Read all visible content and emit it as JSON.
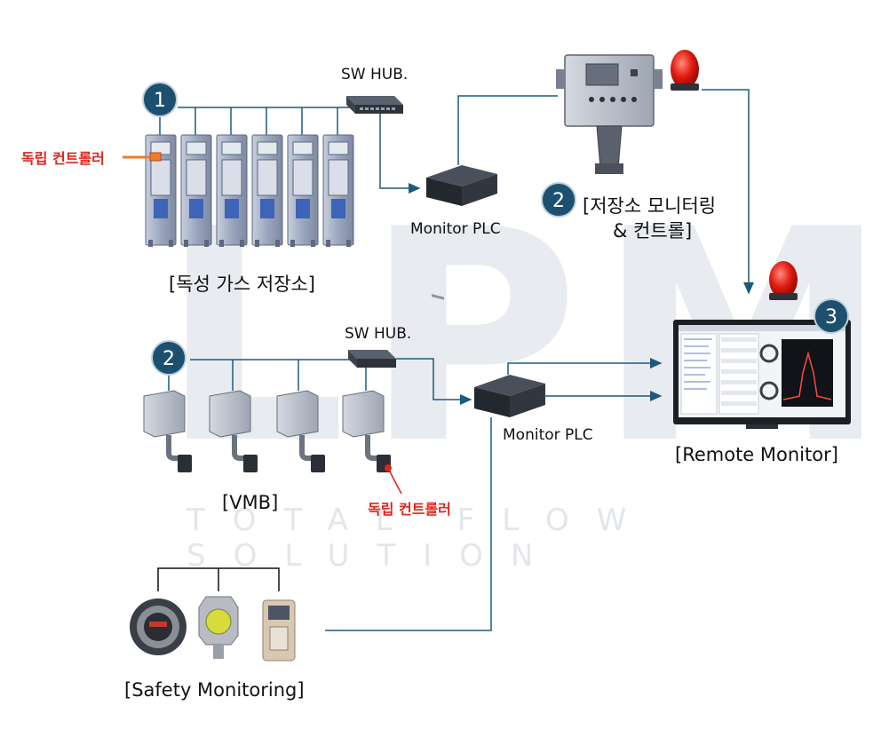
{
  "watermark": {
    "logo": "LPM",
    "slogan": "TOTAL FLOW SOLUTION"
  },
  "badges": {
    "b1": "1",
    "b2_top": "2",
    "b2_vmb": "2",
    "b3": "3"
  },
  "labels": {
    "sw_hub_top": "SW HUB.",
    "sw_hub_mid": "SW HUB.",
    "monitor_plc_top": "Monitor PLC",
    "monitor_plc_mid": "Monitor PLC",
    "storage_caption": "[독성 가스 저장소]",
    "independent_controller_top": "독립 컨트롤러",
    "independent_controller_vmb": "독립 컨트롤러",
    "storage_monitoring_line1": "[저장소 모니터링",
    "storage_monitoring_line2": "& 컨트롤]",
    "remote_monitor": "[Remote Monitor]",
    "vmb": "[VMB]",
    "safety_monitoring": "[Safety Monitoring]"
  },
  "colors": {
    "connector": "#1d5a7a",
    "accent_red": "#e0251b",
    "badge": "#1d4f6e",
    "cabinet": "#8f9bb3",
    "watermark": "#e8ecf0"
  }
}
